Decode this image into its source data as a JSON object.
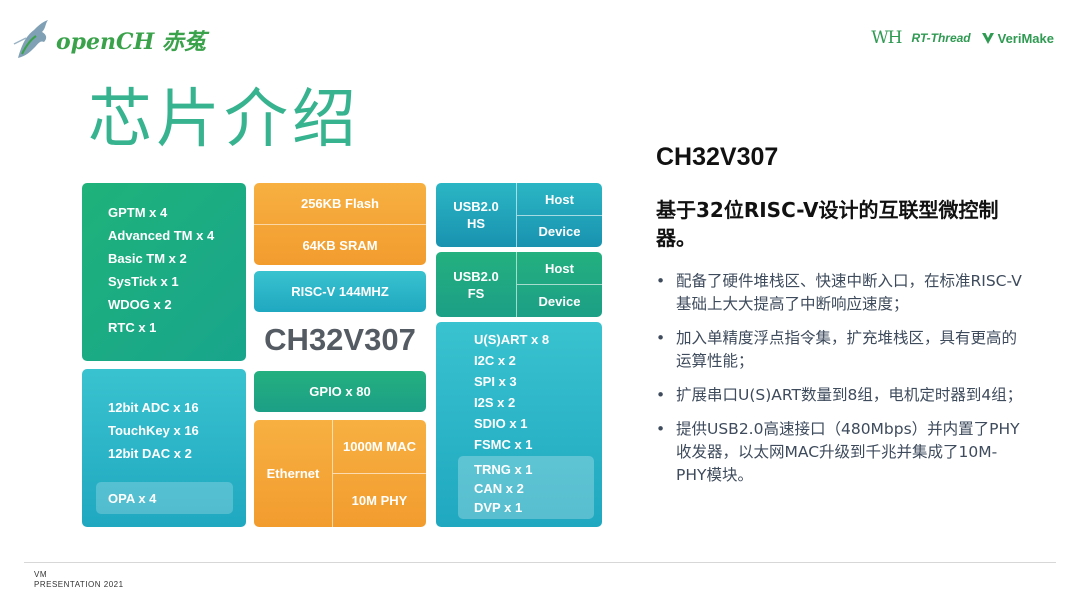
{
  "header": {
    "logo_text": "openCH 赤菟",
    "partners": [
      "WH",
      "RT-Thread",
      "VeriMake"
    ]
  },
  "title": "芯片介绍",
  "diagram": {
    "chip_name": "CH32V307",
    "timers": [
      "GPTM x 4",
      "Advanced TM x 4",
      "Basic TM x 2",
      "SysTick x 1",
      "WDOG x 2",
      "RTC x 1"
    ],
    "analog": [
      "12bit ADC x 16",
      "TouchKey x 16",
      "12bit DAC x 2"
    ],
    "opa": "OPA x 4",
    "flash": "256KB Flash",
    "sram": "64KB SRAM",
    "core": "RISC-V 144MHZ",
    "gpio": "GPIO x 80",
    "ethernet": "Ethernet",
    "mac": "1000M MAC",
    "phy": "10M PHY",
    "usb_hs": "USB2.0\nHS",
    "usb_fs": "USB2.0\nFS",
    "host": "Host",
    "device": "Device",
    "peripherals": [
      "U(S)ART x 8",
      "I2C x 2",
      "SPI x 3",
      "I2S x 2",
      "SDIO x 1",
      "FSMC x 1"
    ],
    "security": [
      "TRNG x 1",
      "CAN x 2",
      "DVP x 1"
    ]
  },
  "info": {
    "heading": "CH32V307",
    "description": "基于32位RISC-V设计的互联型微控制器。",
    "features": [
      "配备了硬件堆栈区、快速中断入口，在标准RISC-V基础上大大提高了中断响应速度；",
      "加入单精度浮点指令集，扩充堆栈区，具有更高的运算性能；",
      "扩展串口U(S)ART数量到8组，电机定时器到4组；",
      "提供USB2.0高速接口（480Mbps）并内置了PHY收发器，以太网MAC升级到千兆并集成了10M-PHY模块。"
    ]
  },
  "footer": {
    "line1": "VM",
    "line2": "PRESENTATION 2021"
  },
  "colors": {
    "title": "#37b38f",
    "green": "#1fb27a",
    "teal": "#2bb6c4",
    "orange": "#f5a83a",
    "chip_name": "#555b63"
  }
}
